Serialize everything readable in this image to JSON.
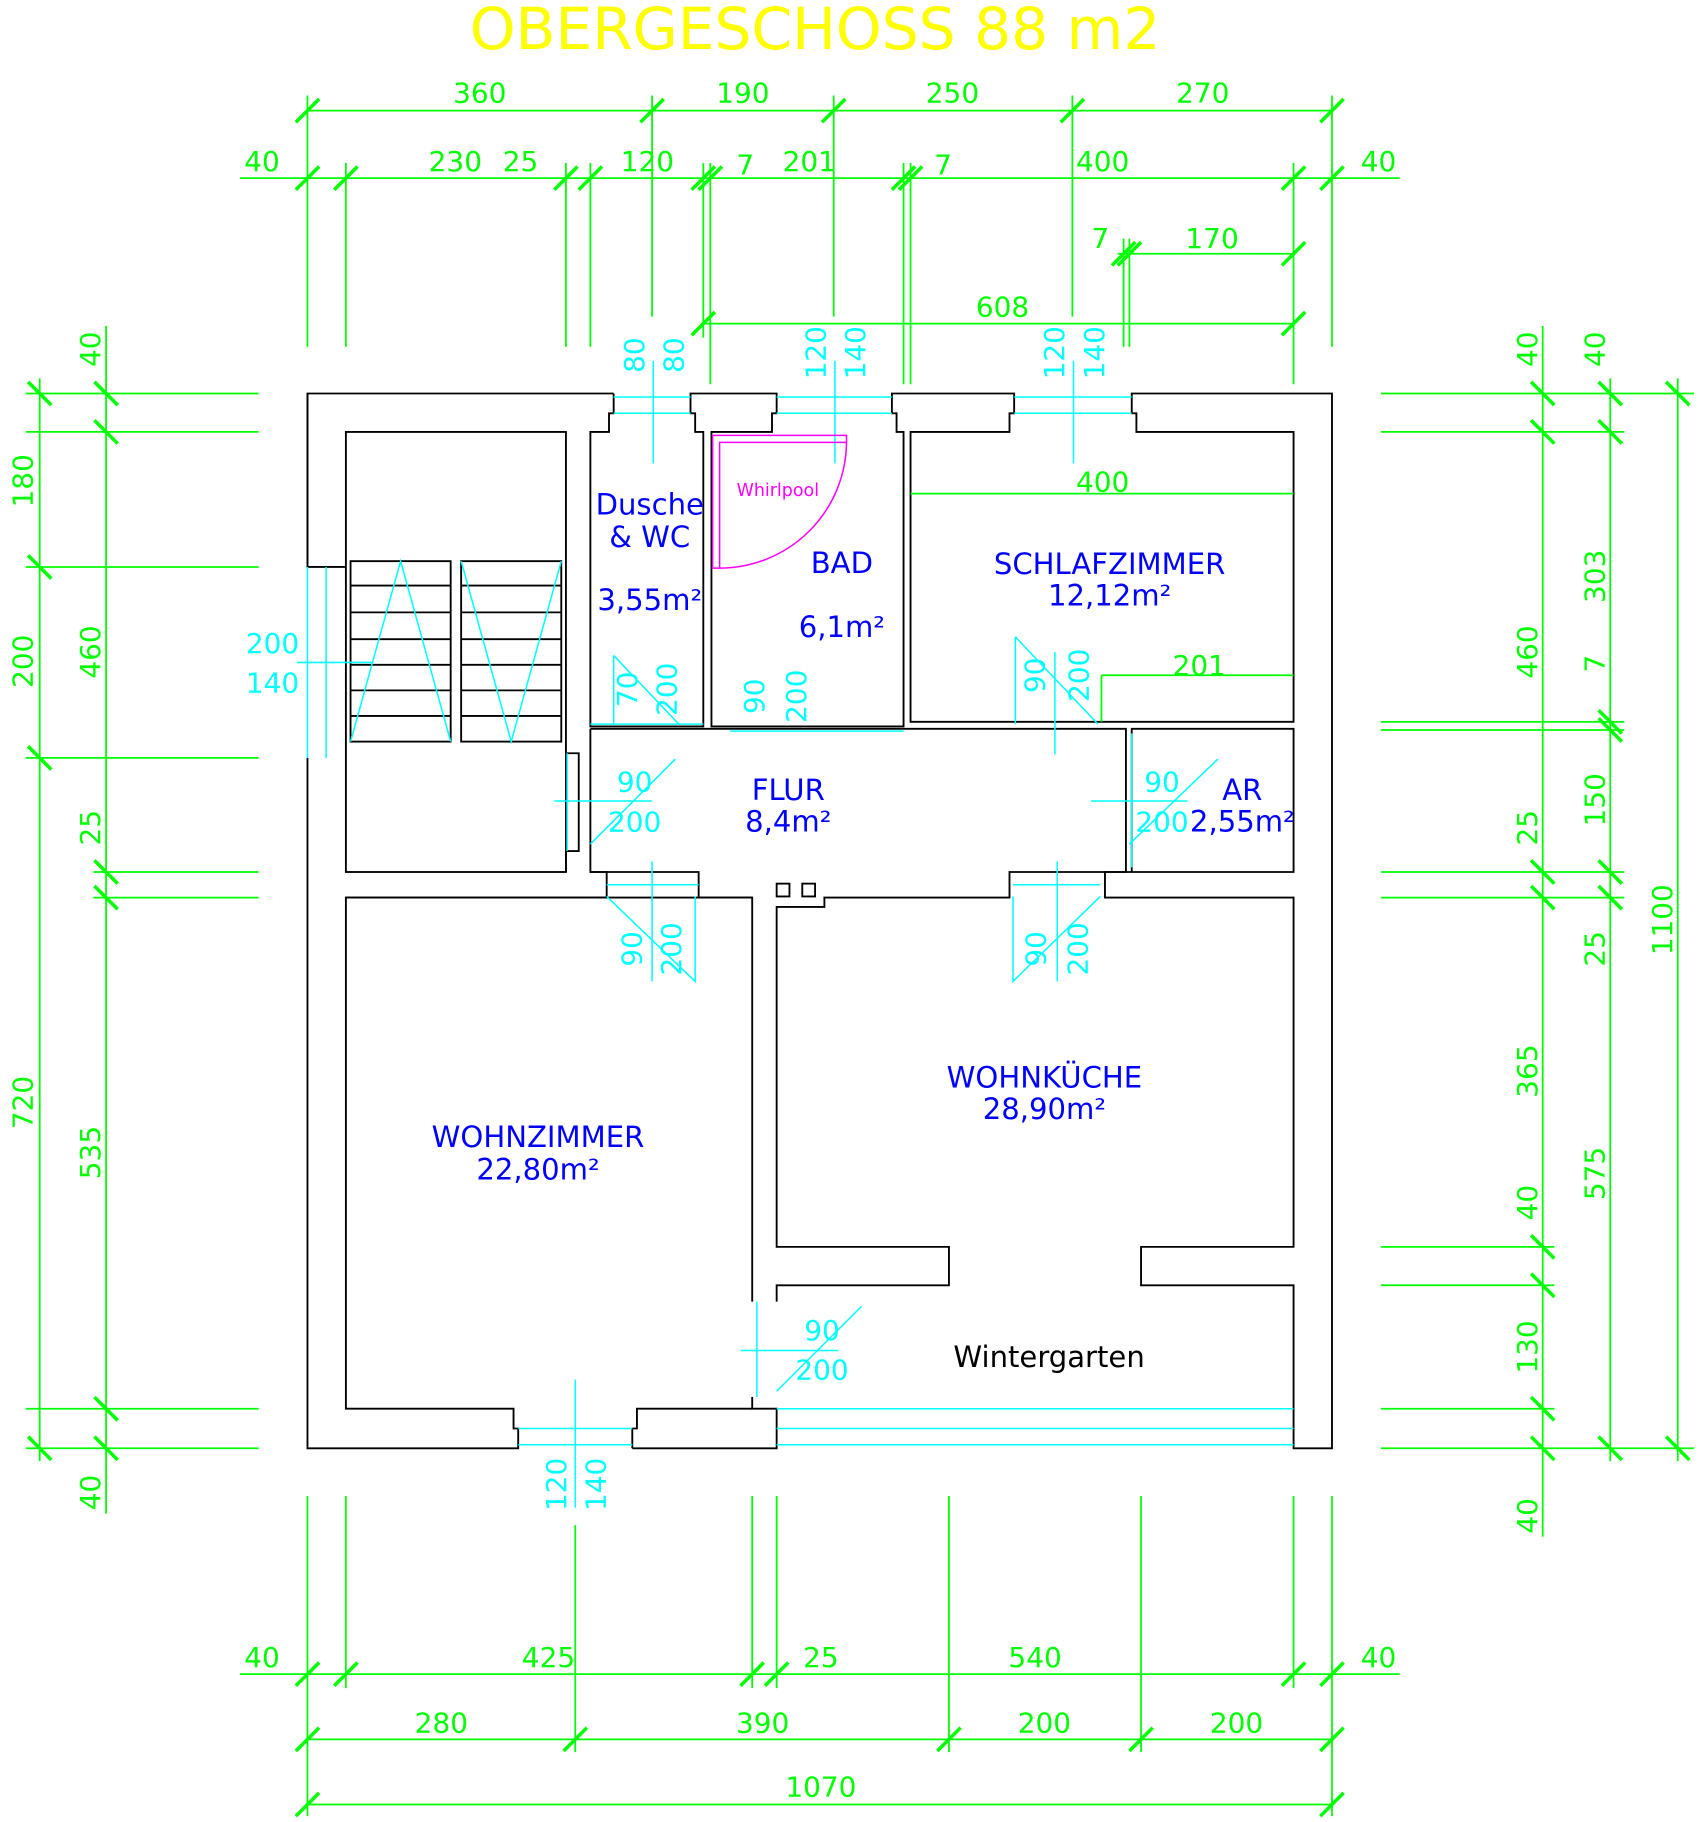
{
  "title": "OBERGESCHOSS 88 m2",
  "rooms": {
    "dusche": {
      "name1": "Dusche",
      "name2": "& WC",
      "area": "3,55m²"
    },
    "bad": {
      "name": "BAD",
      "area": "6,1m²",
      "fixture": "Whirlpool"
    },
    "schlafzimmer": {
      "name": "SCHLAFZIMMER",
      "area": "12,12m²"
    },
    "flur": {
      "name": "FLUR",
      "area": "8,4m²"
    },
    "ar": {
      "name": "AR",
      "area": "2,55m²"
    },
    "wohnzimmer": {
      "name": "WOHNZIMMER",
      "area": "22,80m²"
    },
    "wohnkueche": {
      "name": "WOHNKÜCHE",
      "area": "28,90m²"
    },
    "wintergarten": {
      "name": "Wintergarten"
    }
  },
  "dims_top": {
    "row1": [
      "360",
      "190",
      "250",
      "270"
    ],
    "row2": [
      "40",
      "230",
      "25",
      "120",
      "7",
      "201",
      "7",
      "400",
      "40"
    ],
    "row3": [
      "7",
      "170"
    ],
    "row4": [
      "608"
    ]
  },
  "dims_bottom": {
    "row1": [
      "40",
      "425",
      "25",
      "540",
      "40"
    ],
    "row2": [
      "280",
      "390",
      "200",
      "200"
    ],
    "row3": [
      "1070"
    ]
  },
  "dims_left": {
    "outer": [
      "180",
      "200",
      "720"
    ],
    "inner": [
      "40",
      "460",
      "25",
      "535",
      "40"
    ]
  },
  "dims_right": {
    "inner": [
      "40",
      "460",
      "25",
      "365",
      "40",
      "130",
      "40"
    ],
    "middle": [
      "40",
      "303",
      "7",
      "150",
      "25",
      "575"
    ],
    "outer": [
      "1100"
    ]
  },
  "dims_inner": {
    "schlaf_width": "400",
    "ar_width": "201"
  },
  "openings": [
    "80",
    "80",
    "120",
    "140",
    "120",
    "140",
    "200",
    "140",
    "70",
    "200",
    "90",
    "200",
    "90",
    "200",
    "90",
    "200",
    "90",
    "200",
    "90",
    "200",
    "90",
    "200",
    "90",
    "200",
    "120",
    "140"
  ]
}
